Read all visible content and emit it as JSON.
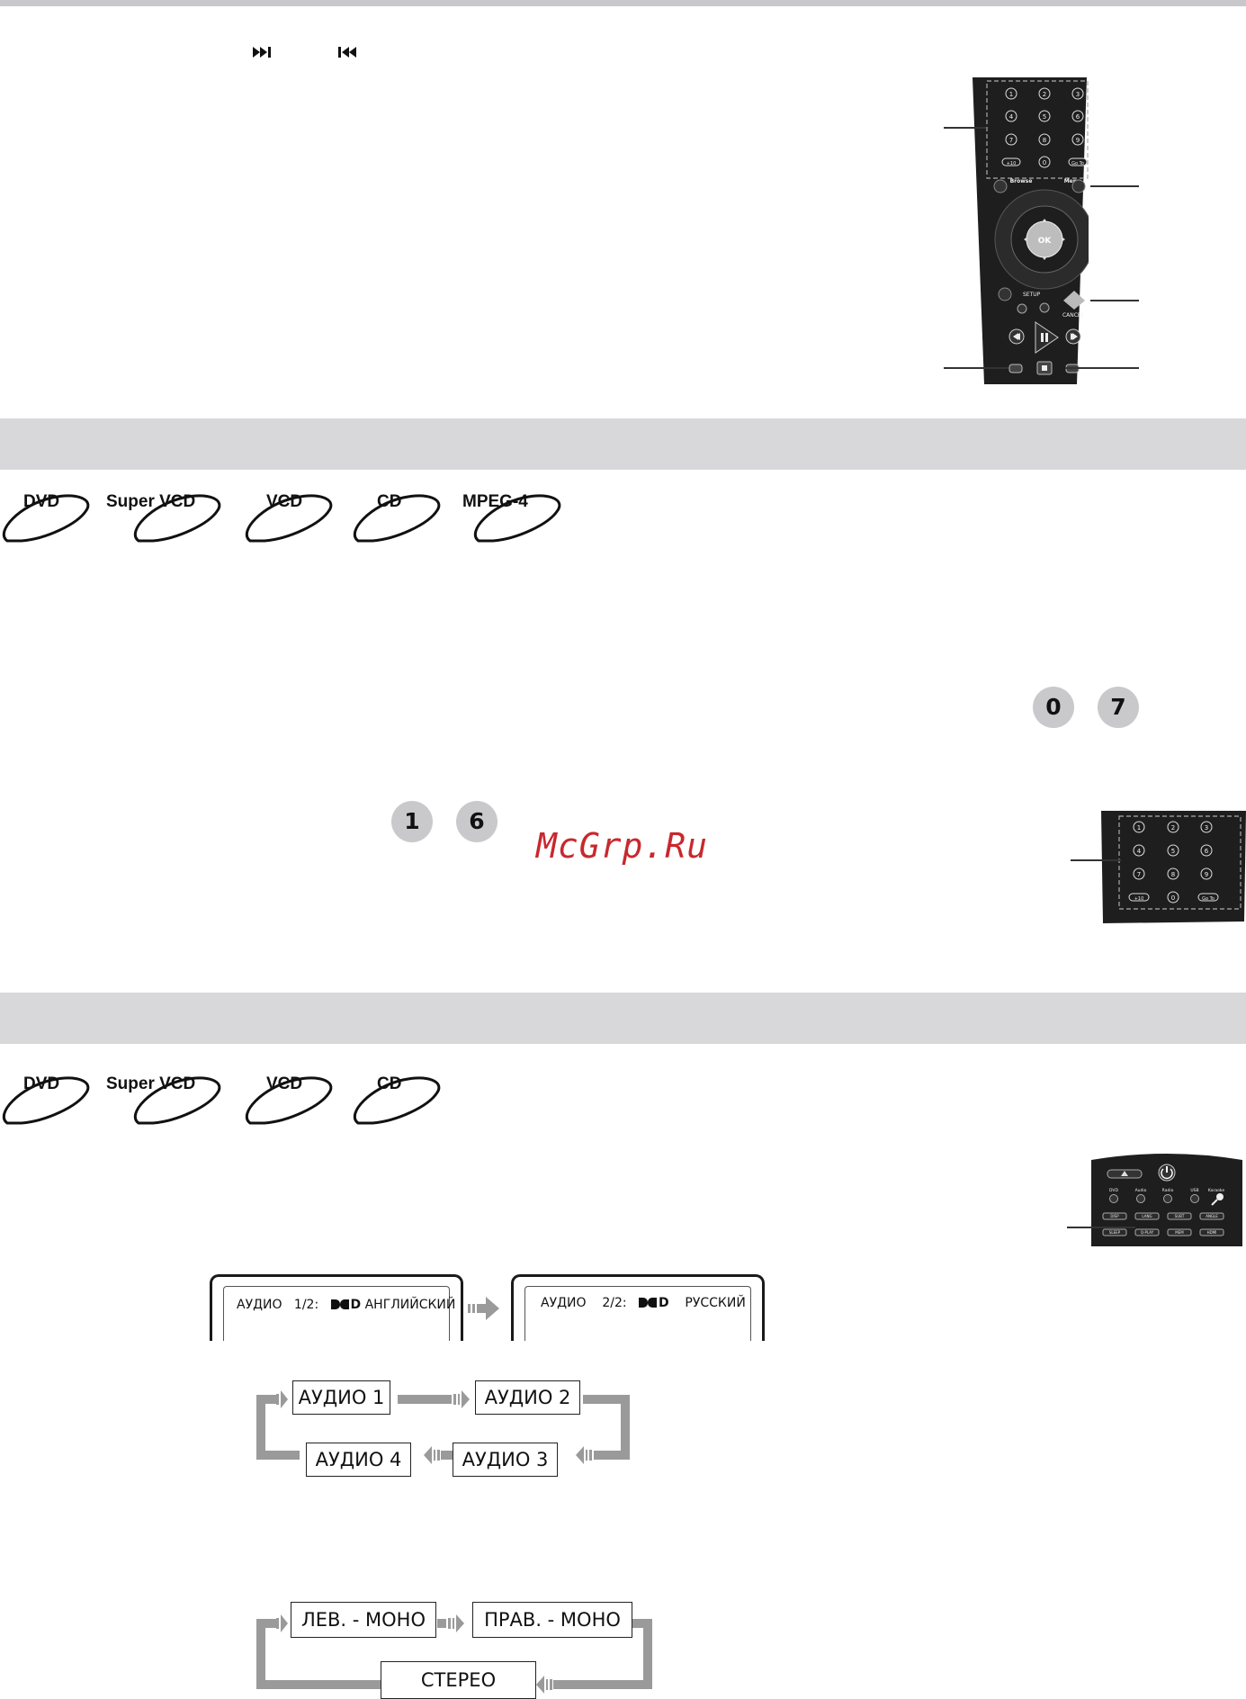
{
  "header": {
    "next_icon": "next-chapter-icon",
    "prev_icon": "previous-chapter-icon"
  },
  "remote_main": {
    "keys": [
      "1",
      "2",
      "3",
      "4",
      "5",
      "6",
      "7",
      "8",
      "9",
      "+10",
      "0",
      "Go To"
    ],
    "browse": "Browse",
    "menu": "Menu",
    "ok": "OK",
    "setup": "SETUP",
    "cancel": "CANCEL"
  },
  "section2": {
    "discs": [
      "DVD",
      "Super VCD",
      "VCD",
      "CD",
      "MPEG-4"
    ],
    "key_a": "0",
    "key_b": "7",
    "key_c": "1",
    "key_d": "6",
    "watermark": "McGrp.Ru",
    "keypad": [
      "1",
      "2",
      "3",
      "4",
      "5",
      "6",
      "7",
      "8",
      "9",
      "+10",
      "0",
      "Go To"
    ]
  },
  "section3": {
    "discs": [
      "DVD",
      "Super VCD",
      "VCD",
      "CD"
    ],
    "remote_top": {
      "row1": [
        "DVD",
        "Audio",
        "Radio",
        "USB",
        "Karaoke"
      ],
      "row2": [
        "DISP",
        "LANG",
        "SUBT",
        "ANGLE"
      ],
      "row3": [
        "SLEEP",
        "Q-PLAY",
        "MEM",
        "HDMI"
      ]
    },
    "screen1": {
      "prefix": "АУДИО",
      "index": "1/2:",
      "lang": "АНГЛИЙСКИЙ"
    },
    "screen2": {
      "prefix": "АУДИО",
      "index": "2/2:",
      "lang": "РУССКИЙ"
    },
    "dolby_mark": "D",
    "audio_cycle": [
      "АУДИО 1",
      "АУДИО 2",
      "АУДИО 3",
      "АУДИО 4"
    ],
    "mode_cycle": [
      "ЛЕВ. - МОНО",
      "ПРАВ. - МОНО",
      "СТЕРЕО"
    ]
  }
}
